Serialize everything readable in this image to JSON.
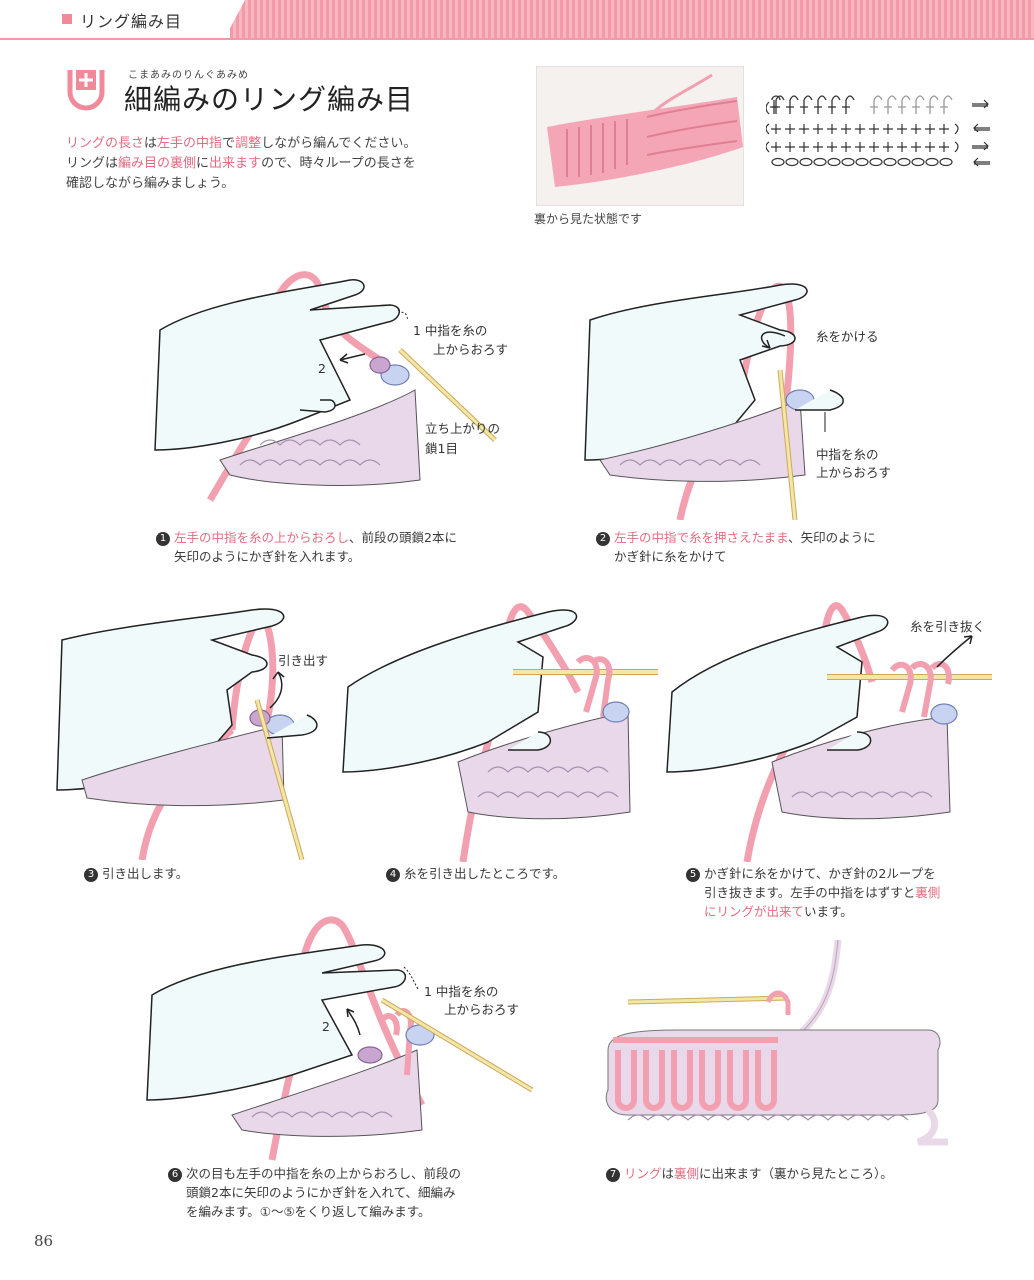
{
  "header": {
    "section": "リング編み目"
  },
  "ruby": "こまあみのりんぐあみめ",
  "title": "細編みのリング編み目",
  "intro": {
    "l1a": "リングの長さ",
    "l1b": "は",
    "l1c": "左手の中指",
    "l1d": "で",
    "l1e": "調整",
    "l1f": "しながら編んでください。",
    "l2a": "リングは",
    "l2b": "編み目の裏側",
    "l2c": "に",
    "l2d": "出来ます",
    "l2e": "ので、時々ループの長さを",
    "l3": "確認しながら編みましょう。"
  },
  "photo_caption": "裏から見た状態です",
  "steps": [
    {
      "n": "1",
      "pink": "左手の中指を糸の上からおろし",
      "rest": "、前段の頭鎖2本に",
      "line2": "矢印のようにかぎ針を入れます。"
    },
    {
      "n": "2",
      "pink": "左手の中指で糸を押さえたまま",
      "rest": "、矢印のように",
      "line2": "かぎ針に糸をかけて"
    },
    {
      "n": "3",
      "text": "引き出します。"
    },
    {
      "n": "4",
      "text": "糸を引き出したところです。"
    },
    {
      "n": "5",
      "l1": "かぎ針に糸をかけて、かぎ針の2ループを",
      "l2a": "引き抜きます。左手の中指をはずすと",
      "l2b": "裏側",
      "l3a": "にリングが出来て",
      "l3b": "います。"
    },
    {
      "n": "6",
      "l1": "次の目も左手の中指を糸の上からおろし、前段の",
      "l2": "頭鎖2本に矢印のようにかぎ針を入れて、細編み",
      "l3": "を編みます。①〜⑤をくり返して編みます。"
    },
    {
      "n": "7",
      "pink_a": "リング",
      "b": "は",
      "pink_c": "裏側",
      "d": "に出来ます（裏から見たところ）。"
    }
  ],
  "labels": {
    "f1_a": "1 中指を糸の",
    "f1_b": "上からおろす",
    "f1_two": "2",
    "f1_c": "立ち上がりの",
    "f1_d": "鎖1目",
    "f2_a": "糸をかける",
    "f2_b": "中指を糸の",
    "f2_c": "上からおろす",
    "f3_a": "引き出す",
    "f5_a": "糸を引き抜く",
    "f6_a": "1 中指を糸の",
    "f6_b": "上からおろす",
    "f6_two": "2"
  },
  "page_number": "86",
  "colors": {
    "accent": "#f08a9a",
    "yarn": "#f2a0b0",
    "fabric": "#e8d8ea",
    "hand": "#f0fafb",
    "hook": "#f3e7a8"
  }
}
